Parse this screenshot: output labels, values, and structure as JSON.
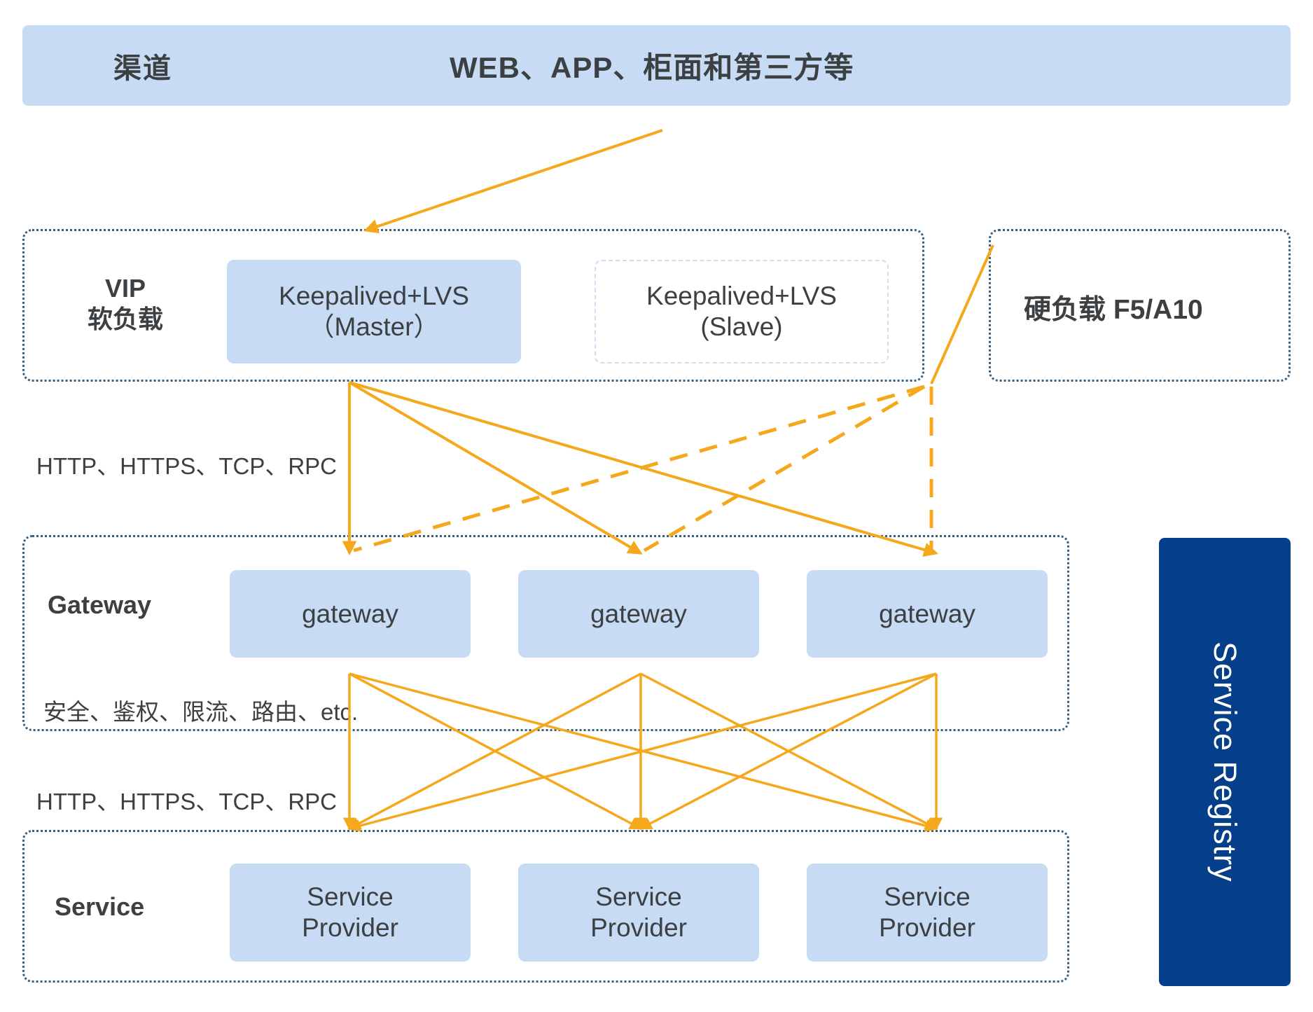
{
  "colors": {
    "node_fill": "#c7dbf4",
    "container_border": "#3a5f7d",
    "arrow": "#f5a81c",
    "registry_bg": "#053e89",
    "text": "#3c4043",
    "page_bg": "#ffffff"
  },
  "channel": {
    "label": "渠道",
    "title": "WEB、APP、柜面和第三方等"
  },
  "vip": {
    "label_line1": "VIP",
    "label_line2": "软负载",
    "nodes": [
      {
        "id": "kal-master",
        "line1": "Keepalived+LVS",
        "line2": "（Master）",
        "state": "active"
      },
      {
        "id": "kal-slave",
        "line1": "Keepalived+LVS",
        "line2": "(Slave)",
        "state": "standby"
      }
    ]
  },
  "hardware_lb": {
    "text": "硬负载 F5/A10"
  },
  "gateway": {
    "label": "Gateway",
    "note": "安全、鉴权、限流、路由、etc.",
    "nodes": [
      {
        "id": "gw-1",
        "label": "gateway"
      },
      {
        "id": "gw-2",
        "label": "gateway"
      },
      {
        "id": "gw-3",
        "label": "gateway"
      }
    ]
  },
  "service": {
    "label": "Service",
    "nodes": [
      {
        "id": "sp-1",
        "line1": "Service",
        "line2": "Provider"
      },
      {
        "id": "sp-2",
        "line1": "Service",
        "line2": "Provider"
      },
      {
        "id": "sp-3",
        "line1": "Service",
        "line2": "Provider"
      }
    ]
  },
  "protocols": {
    "vip_to_gateway": "HTTP、HTTPS、TCP、RPC",
    "gateway_to_service": "HTTP、HTTPS、TCP、RPC"
  },
  "registry": {
    "label": "Service Registry"
  }
}
